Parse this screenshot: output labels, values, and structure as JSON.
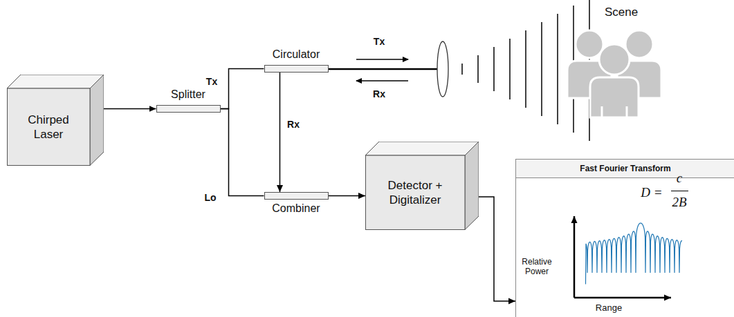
{
  "diagram": {
    "nodes": [
      {
        "text": [
          "Chirped Laser"
        ]
      },
      {
        "text": [
          "Splitter"
        ]
      },
      {
        "text": [
          "Circulator"
        ]
      },
      {
        "text": [
          "Combiner"
        ]
      },
      {
        "text": [
          "Detector + Digitalizer"
        ]
      },
      {
        "text": [
          "Scene"
        ]
      },
      {
        "text": [
          "Fast Fourier Transform"
        ]
      }
    ],
    "edges": [
      {
        "from": 0,
        "to": 1,
        "arrow": "to"
      },
      {
        "from": 1,
        "to": 2,
        "label": "Tx",
        "arrow": "none"
      },
      {
        "from": 1,
        "to": 3,
        "label": "Lo",
        "arrow": "none"
      },
      {
        "from": 2,
        "to": 3,
        "label": "Rx",
        "arrow": "to"
      },
      {
        "from": 3,
        "to": 4,
        "arrow": "to"
      },
      {
        "from": 4,
        "to": 6,
        "arrow": "to"
      }
    ],
    "labels": [
      "Tx",
      "Rx",
      "D =",
      "c",
      "2B",
      "Relative Power",
      "Range"
    ]
  }
}
